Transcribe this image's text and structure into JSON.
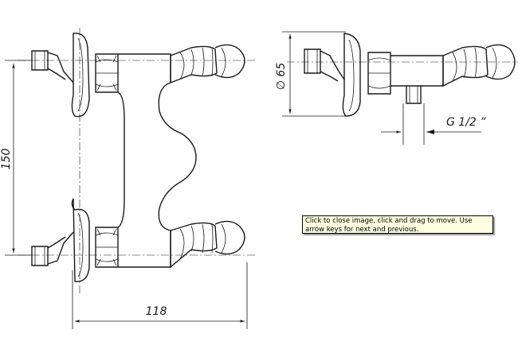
{
  "drawing": {
    "dim_height": "150",
    "dim_width": "118",
    "dim_diameter": "∅ 65",
    "dim_thread": "G 1/2 ”"
  },
  "tooltip": {
    "text": "Click to close image, click and drag to move. Use arrow keys for next and previous."
  }
}
